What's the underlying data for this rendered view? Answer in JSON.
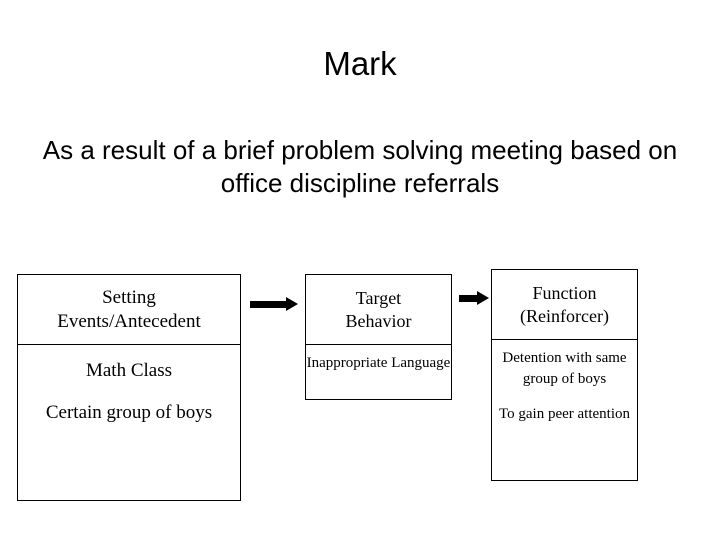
{
  "slide": {
    "title": "Mark",
    "subtitle": "As a result of a brief problem solving meeting based on office discipline referrals"
  },
  "diagram": {
    "columns": [
      {
        "header": "Setting Events/Antecedent",
        "header_line1": "Setting",
        "header_line2": "Events/Antecedent",
        "body_line1": "Math Class",
        "body_line2": "Certain group of boys"
      },
      {
        "header": "Target Behavior",
        "header_line1": "Target",
        "header_line2": "Behavior",
        "body_line1": "Inappropriate Language"
      },
      {
        "header": "Function (Reinforcer)",
        "header_line1": "Function",
        "header_line2": "(Reinforcer)",
        "body_line1": "Detention with same group of boys",
        "body_line2": "To gain peer attention"
      }
    ],
    "arrows": [
      {
        "name": "arrow-setting-to-target"
      },
      {
        "name": "arrow-target-to-function"
      }
    ],
    "colors": {
      "line": "#000000",
      "text": "#000000",
      "background": "#ffffff"
    }
  }
}
